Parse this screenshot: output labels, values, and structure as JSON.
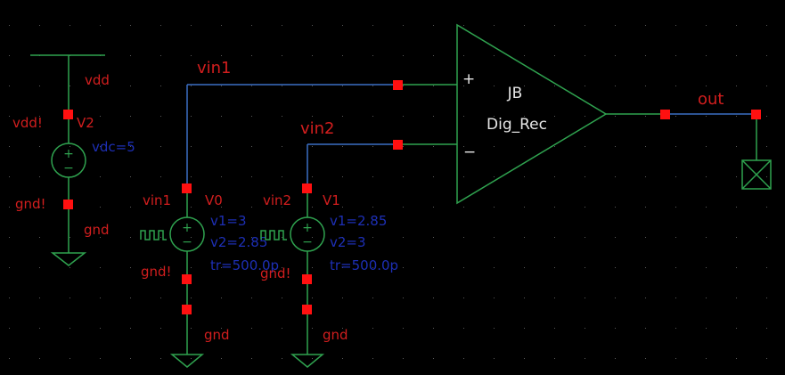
{
  "schematic": {
    "background": "#000000",
    "colors": {
      "device": "#2fa24f",
      "net_wire": "#3a6fc4",
      "pin": "#ff1010",
      "pin_label": "#d21e1e",
      "param_text": "#1d2fb5",
      "grid_dot": "#5a5a5a"
    },
    "sources": {
      "v2": {
        "name": "V2",
        "top_net": "vdd",
        "top_pin": "vdd!",
        "param": "vdc=5",
        "bottom_pin": "gnd!",
        "bottom_net": "gnd"
      },
      "v0": {
        "name": "V0",
        "top_pin": "vin1",
        "params": [
          "v1=3",
          "v2=2.85",
          "tr=500.0p"
        ],
        "bottom_pin": "gnd!",
        "bottom_net": "gnd"
      },
      "v1": {
        "name": "V1",
        "top_pin": "vin2",
        "params": [
          "v1=2.85",
          "v2=3",
          "tr=500.0p"
        ],
        "bottom_pin": "gnd!",
        "bottom_net": "gnd"
      }
    },
    "nets": {
      "vin1": "vin1",
      "vin2": "vin2",
      "out": "out"
    },
    "comparator": {
      "lib": "JB",
      "cell": "Dig_Rec",
      "plus": "+",
      "minus": "−"
    }
  }
}
